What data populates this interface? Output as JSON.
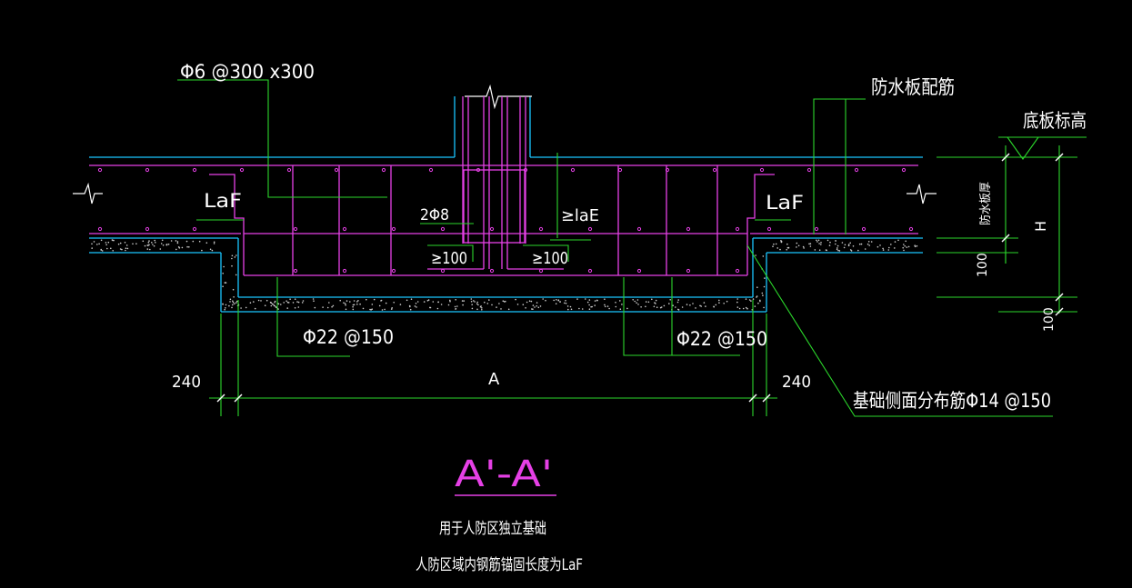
{
  "colors": {
    "background": "#000000",
    "outline": "#19c6ff",
    "rebar": "#e640e6",
    "leader": "#2bd62b",
    "text": "#ffffff",
    "title": "#e640e6",
    "dots": "#d0d0d0"
  },
  "labels": {
    "mesh_spec": "Φ6 @300 x300",
    "waterproof_rebar": "防水板配筋",
    "slab_elevation": "底板标高",
    "laf_left": "LaF",
    "laf_right": "LaF",
    "stirrup": "2Φ8",
    "anchor_lae": "≥laE",
    "min100_left": "≥100",
    "min100_right": "≥100",
    "waterproof_thickness": "防水板厚",
    "dim_h": "H",
    "dim_100_a": "100",
    "dim_100_b": "100",
    "bottom_bar_left": "Φ22 @150",
    "bottom_bar_right": "Φ22 @150",
    "dim_240_left": "240",
    "dim_a": "A",
    "dim_240_right": "240",
    "side_bar": "基础侧面分布筋Φ14 @150"
  },
  "title": "A'-A'",
  "notes": [
    "用于人防区独立基础",
    "人防区域内钢筋锚固长度为LaF"
  ]
}
